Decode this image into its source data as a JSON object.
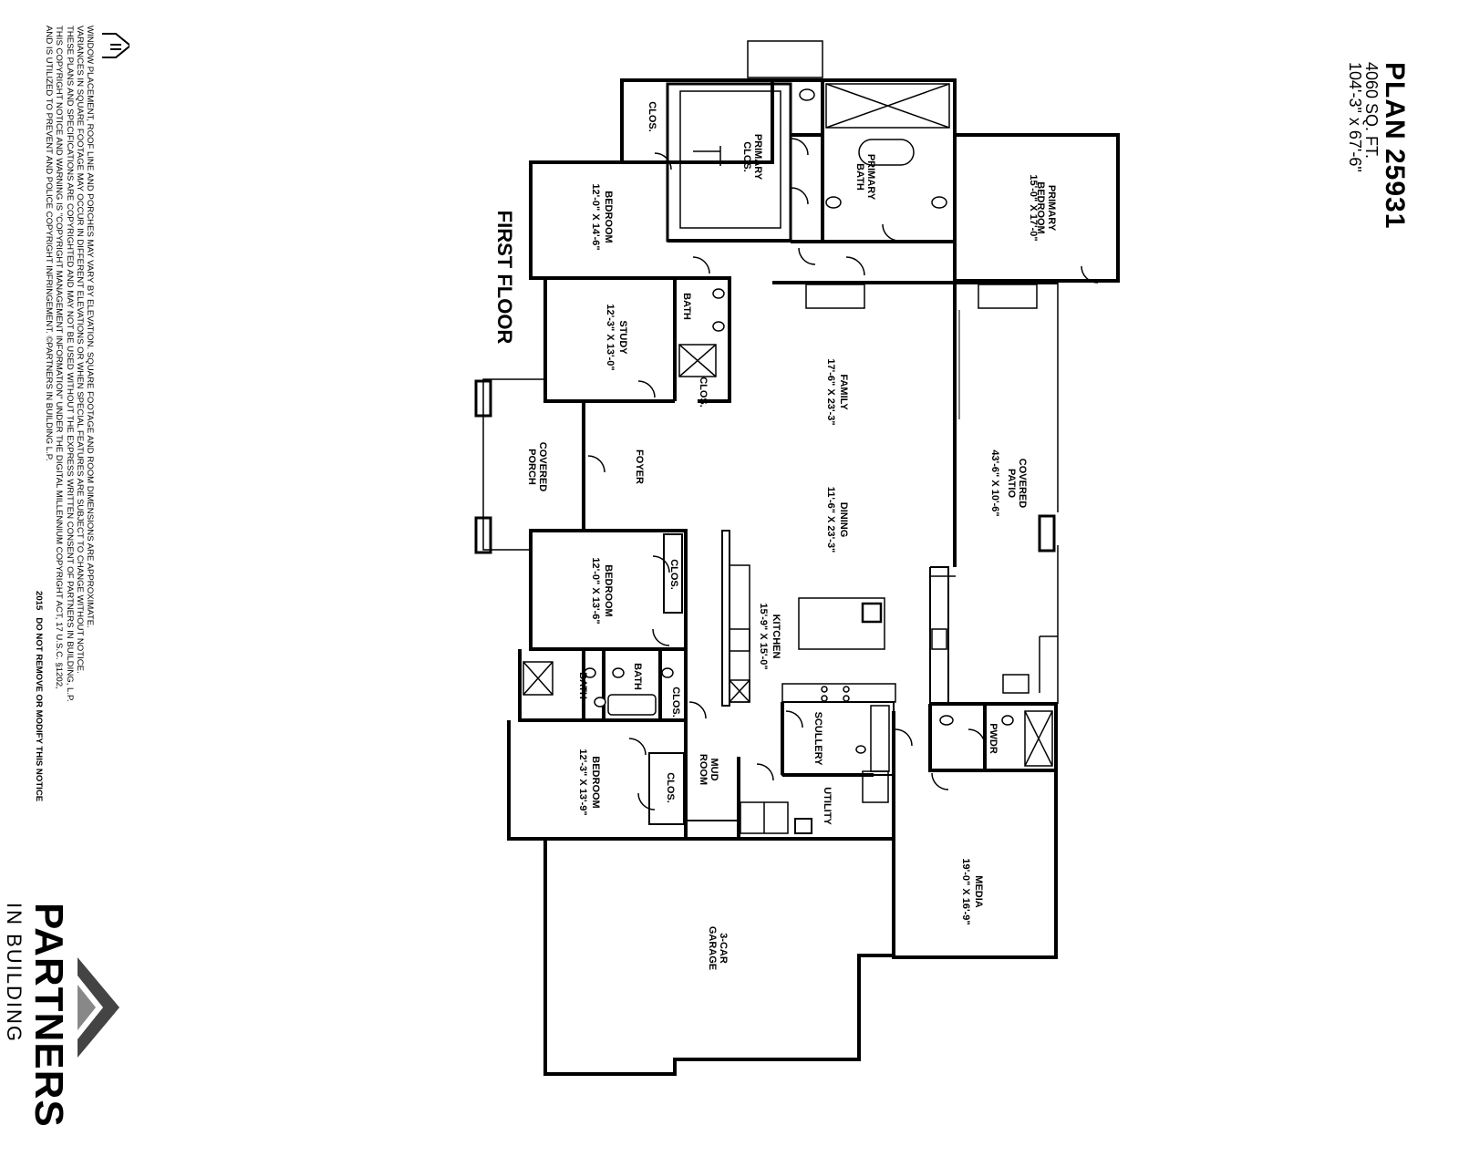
{
  "title_block": {
    "plan": "PLAN 25931",
    "sqft": "4060 SQ. FT.",
    "dimensions": "104'-3\" x 67'-6\""
  },
  "floor_label": "FIRST FLOOR",
  "rooms": {
    "primary_bedroom": {
      "name": "PRIMARY\nBEDROOM",
      "size": "15'-0\" X 17'-0\""
    },
    "primary_bath": {
      "name": "PRIMARY\nBATH"
    },
    "primary_clos": {
      "name": "PRIMARY\nCLOS."
    },
    "clos_top": {
      "name": "CLOS."
    },
    "bedroom_2": {
      "name": "BEDROOM",
      "size": "12'-0\" X 14'-6\""
    },
    "study": {
      "name": "STUDY",
      "size": "12'-3\" X 13'-0\""
    },
    "study_bath": {
      "name": "BATH"
    },
    "study_clos": {
      "name": "CLOS."
    },
    "family": {
      "name": "FAMILY",
      "size": "17'-6\" X 23'-3\""
    },
    "covered_patio": {
      "name": "COVERED\nPATIO",
      "size": "43'-6\" X 10'-6\""
    },
    "foyer": {
      "name": "FOYER"
    },
    "covered_porch": {
      "name": "COVERED\nPORCH"
    },
    "dining": {
      "name": "DINING",
      "size": "11'-6\" X 23'-3\""
    },
    "bedroom_3": {
      "name": "BEDROOM",
      "size": "12'-0\" X 13'-6\""
    },
    "bedroom_3_clos": {
      "name": "CLOS."
    },
    "kitchen": {
      "name": "KITCHEN",
      "size": "15'-9\" X 15'-0\""
    },
    "bath_a": {
      "name": "BATH"
    },
    "bath_b": {
      "name": "BATH"
    },
    "clos_mid": {
      "name": "CLOS."
    },
    "scullery": {
      "name": "SCULLERY"
    },
    "pwdr": {
      "name": "PWDR"
    },
    "bedroom_4": {
      "name": "BEDROOM",
      "size": "12'-3\" X 13'-9\""
    },
    "bedroom_4_clos": {
      "name": "CLOS."
    },
    "mud_room": {
      "name": "MUD\nROOM"
    },
    "utility": {
      "name": "UTILITY"
    },
    "media": {
      "name": "MEDIA",
      "size": "19'-0\" X 16'-9\""
    },
    "garage": {
      "name": "3-CAR\nGARAGE"
    }
  },
  "notice": {
    "lines": [
      "WINDOW PLACEMENT, ROOF LINE AND PORCHES MAY VARY BY ELEVATION.  SQUARE FOOTAGE AND ROOM DIMENSIONS ARE APPROXIMATE.",
      "VARIANCES IN SQUARE FOOTAGE MAY OCCUR IN DIFFERENT ELEVATIONS OR WHEN SPECIAL FEATURES ARE SUBJECT TO CHANGE WITHOUT NOTICE.",
      "THESE PLANS AND SPECIFICATIONS ARE COPYRIGHTED AND MAY NOT BE USED WITHOUT THE EXPRESS WRITTEN CONSENT OF PARTNERS IN BUILDING, L.P.",
      "THIS COPYRIGHT NOTICE AND WARNING IS \"COPYRIGHT MANAGEMENT INFORMATION\" UNDER THE DIGITAL MILLENNIUM COPYRIGHT ACT, 17 U.S.C.     §1202,",
      "AND IS UTILIZED TO PREVENT AND POLICE COPYRIGHT INFRINGEMENT.  ©PARTNERS IN BUILDING L.P."
    ],
    "year": "2015",
    "warning": "DO NOT REMOVE OR MODIFY THIS NOTICE"
  },
  "logo": {
    "line1": "PARTNERS",
    "line2": "IN BUILDING"
  },
  "icon": "equal-housing-icon"
}
